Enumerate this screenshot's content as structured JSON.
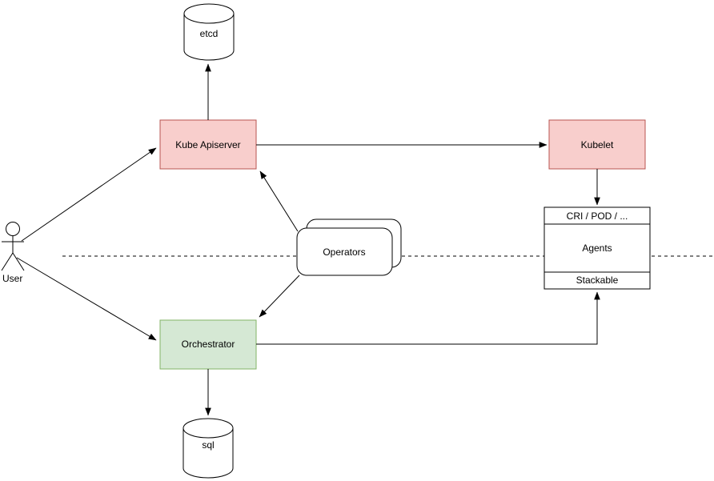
{
  "diagram": {
    "background_color": "#ffffff",
    "colors": {
      "control_plane_fill": "#f8cecc",
      "control_plane_stroke": "#b85450",
      "orchestrator_fill": "#d5e8d4",
      "orchestrator_stroke": "#82b366",
      "plain_fill": "#ffffff",
      "line_color": "#000000"
    },
    "nodes": {
      "etcd": {
        "label": "etcd",
        "shape": "cylinder"
      },
      "kube_apiserver": {
        "label": "Kube Apiserver",
        "shape": "rectangle"
      },
      "kubelet": {
        "label": "Kubelet",
        "shape": "rectangle"
      },
      "agents_stack": {
        "shape": "stacked-list",
        "rows": [
          "CRI / POD / ...",
          "Agents",
          "Stackable"
        ]
      },
      "operators": {
        "label": "Operators",
        "shape": "stacked-rounded-rectangle"
      },
      "orchestrator": {
        "label": "Orchestrator",
        "shape": "rectangle"
      },
      "sql": {
        "label": "sql",
        "shape": "cylinder"
      },
      "user": {
        "label": "User",
        "shape": "actor"
      }
    },
    "edges": [
      {
        "from": "kube_apiserver",
        "to": "etcd"
      },
      {
        "from": "kube_apiserver",
        "to": "kubelet"
      },
      {
        "from": "kubelet",
        "to": "agents_stack"
      },
      {
        "from": "operators",
        "to": "kube_apiserver"
      },
      {
        "from": "operators",
        "to": "orchestrator"
      },
      {
        "from": "user",
        "to": "kube_apiserver"
      },
      {
        "from": "user",
        "to": "orchestrator"
      },
      {
        "from": "orchestrator",
        "to": "sql"
      },
      {
        "from": "orchestrator",
        "to": "agents_stack"
      }
    ],
    "separator": {
      "style": "dashed",
      "orientation": "horizontal"
    }
  }
}
